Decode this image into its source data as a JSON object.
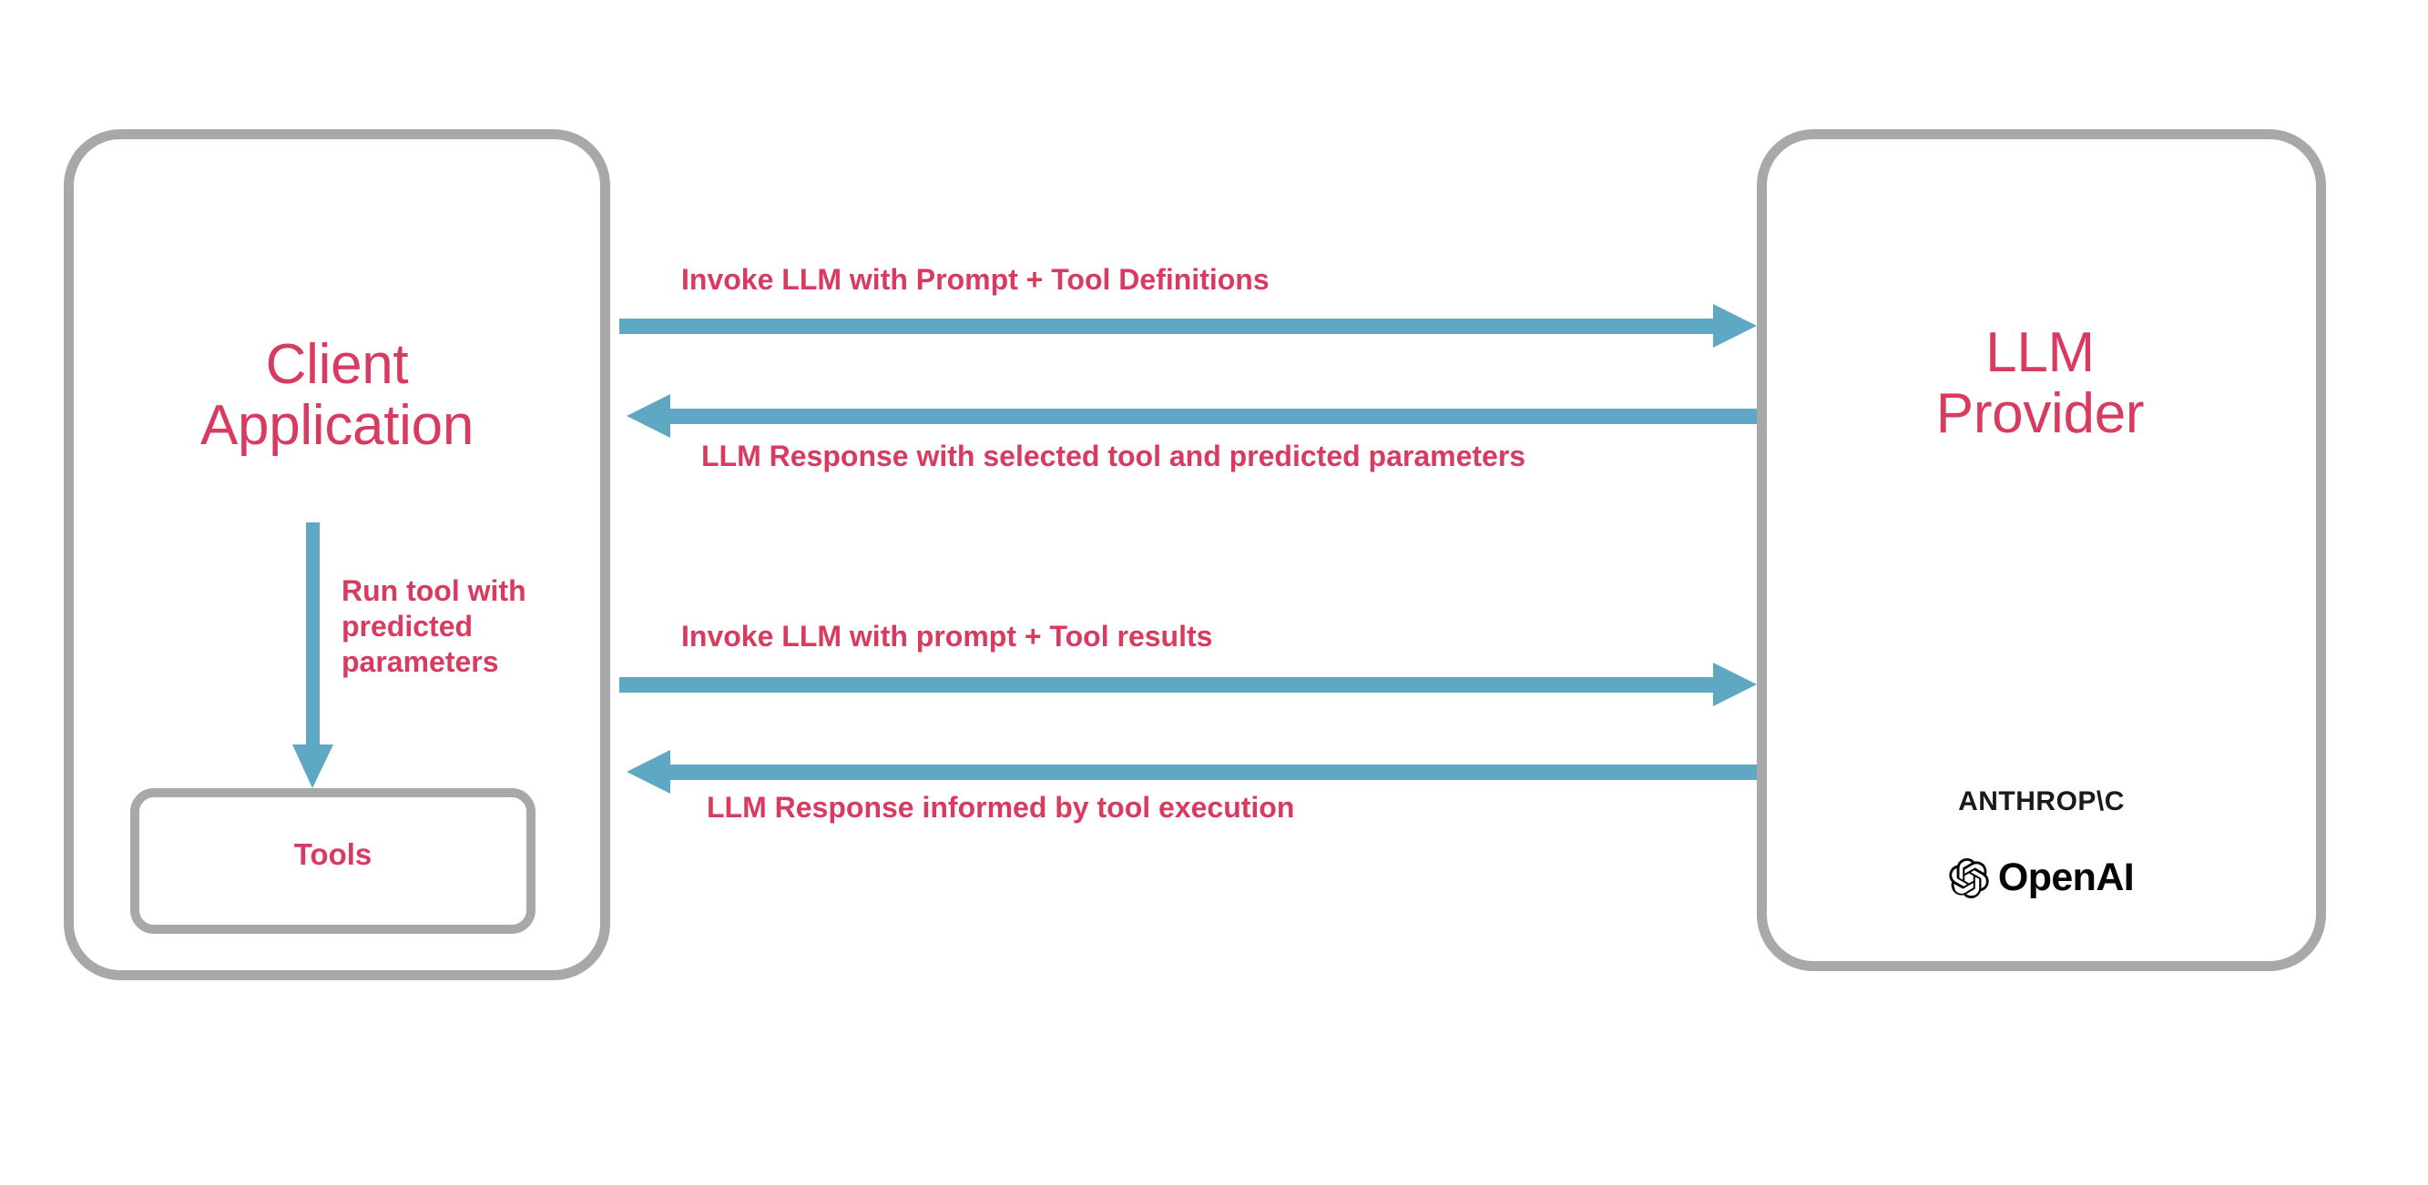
{
  "diagram": {
    "title": "LLM tool-calling sequence between client application and LLM provider",
    "colors": {
      "accent_text": "#d93b60",
      "arrow": "#5ea8c4",
      "box_border": "#a8a8a8",
      "logo_text": "#1a1a1a",
      "background": "#ffffff"
    }
  },
  "nodes": {
    "client": {
      "title_line1": "Client",
      "title_line2": "Application",
      "tools_label": "Tools"
    },
    "provider": {
      "title_line1": "LLM",
      "title_line2": "Provider",
      "logos": [
        {
          "name": "anthropic-logo",
          "text": "ANTHROP\\C"
        },
        {
          "name": "openai-logo",
          "text": "OpenAI"
        }
      ]
    }
  },
  "arrows": [
    {
      "id": "arrow-1",
      "direction": "right",
      "label": "Invoke LLM with Prompt + Tool Definitions",
      "from": "client",
      "to": "provider"
    },
    {
      "id": "arrow-2",
      "direction": "left",
      "label": "LLM Response with selected tool and predicted parameters",
      "from": "provider",
      "to": "client"
    },
    {
      "id": "arrow-3",
      "direction": "right",
      "label": "Invoke LLM with prompt + Tool results",
      "from": "client",
      "to": "provider"
    },
    {
      "id": "arrow-4",
      "direction": "left",
      "label": "LLM Response informed by tool execution",
      "from": "provider",
      "to": "client"
    },
    {
      "id": "arrow-vertical",
      "direction": "down",
      "label": "Run tool with predicted parameters",
      "from": "client",
      "to": "tools"
    }
  ]
}
